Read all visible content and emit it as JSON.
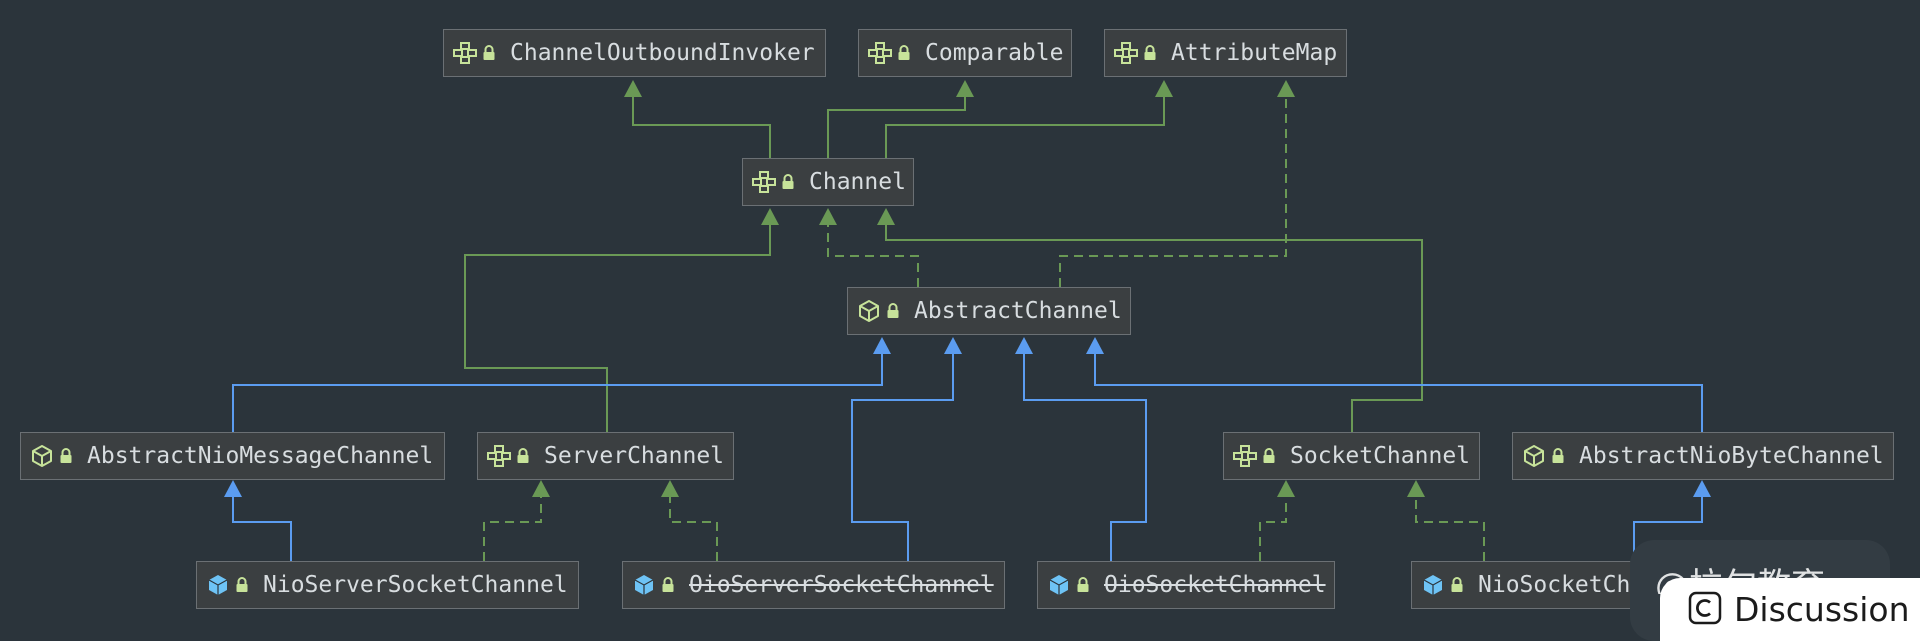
{
  "colors": {
    "background": "#2b343b",
    "node_fill": "#3b3f41",
    "node_border": "#6b7074",
    "implements_edge": "#6a9955",
    "extends_edge": "#5b9cf0",
    "interface_icon": "#c7e39a",
    "class_icon": "#c7e39a",
    "final_class_icon": "#6ec3f5",
    "lock_icon": "#c7e39a"
  },
  "diagram": {
    "nodes": {
      "channel_outbound_invoker": {
        "label": "ChannelOutboundInvoker",
        "icon": "interface-icon"
      },
      "comparable": {
        "label": "Comparable",
        "icon": "interface-icon"
      },
      "attribute_map": {
        "label": "AttributeMap",
        "icon": "interface-icon"
      },
      "channel": {
        "label": "Channel",
        "icon": "interface-icon"
      },
      "abstract_channel": {
        "label": "AbstractChannel",
        "icon": "abstract-class-icon"
      },
      "abstract_nio_message_channel": {
        "label": "AbstractNioMessageChannel",
        "icon": "abstract-class-icon"
      },
      "server_channel": {
        "label": "ServerChannel",
        "icon": "interface-icon"
      },
      "socket_channel": {
        "label": "SocketChannel",
        "icon": "interface-icon"
      },
      "abstract_nio_byte_channel": {
        "label": "AbstractNioByteChannel",
        "icon": "abstract-class-icon"
      },
      "nio_server_socket_channel": {
        "label": "NioServerSocketChannel",
        "icon": "class-icon"
      },
      "oio_server_socket_channel": {
        "label": "OioServerSocketChannel",
        "icon": "class-icon",
        "deprecated": true
      },
      "oio_socket_channel": {
        "label": "OioSocketChannel",
        "icon": "class-icon",
        "deprecated": true
      },
      "nio_socket_channel": {
        "label": "NioSocketChannel",
        "icon": "class-icon"
      }
    }
  },
  "watermark": {
    "text": "@拉勾教育"
  },
  "discussion_button": {
    "label": "Discussion",
    "icon": "copyright-c-icon"
  }
}
